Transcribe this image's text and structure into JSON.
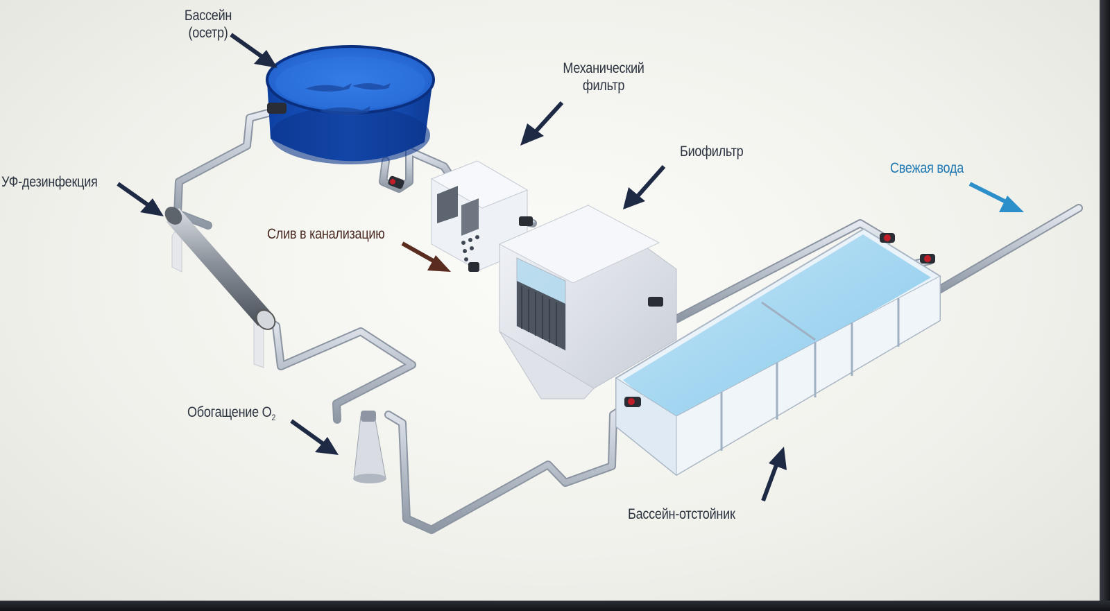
{
  "labels": {
    "pool_line1": "Бассейн",
    "pool_line2": "(осетр)",
    "mech_filter_line1": "Механический",
    "mech_filter_line2": "фильтр",
    "biofilter": "Биофильтр",
    "fresh_water": "Свежая вода",
    "uv": "УФ-дезинфекция",
    "drain": "Слив в канализацию",
    "oxygen": "Обогащение O",
    "oxygen_sub": "2",
    "settling_pool": "Бассейн-отстойник"
  },
  "colors": {
    "arrow_dark": "#1e2a44",
    "arrow_fresh": "#2c8fc9",
    "arrow_drain": "#5a2c20",
    "pool_water": "#1e5fd0",
    "pipe": "#c3cad4"
  }
}
